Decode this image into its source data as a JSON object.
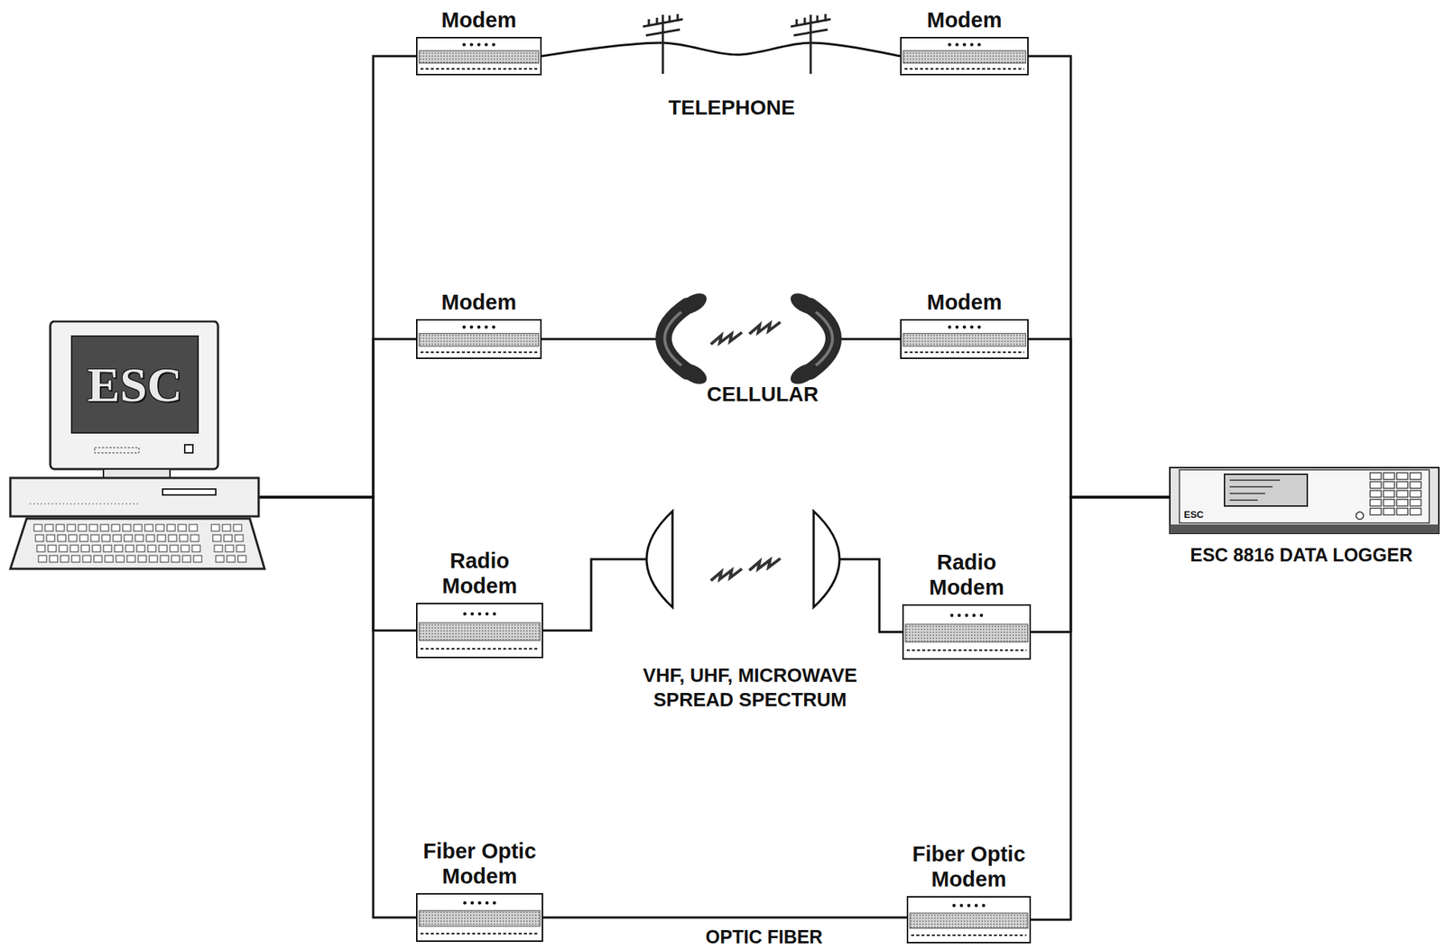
{
  "diagram": {
    "nodes": [
      {
        "text": [
          "ESC"
        ]
      },
      {
        "text": [
          "Modem"
        ]
      },
      {
        "text": [
          "Modem"
        ]
      },
      {
        "text": [
          "Modem"
        ]
      },
      {
        "text": [
          "Modem"
        ]
      },
      {
        "text": [
          "Radio Modem"
        ]
      },
      {
        "text": [
          "Radio Modem"
        ]
      },
      {
        "text": [
          "Fiber Optic Modem"
        ]
      },
      {
        "text": [
          "Fiber Optic Modem"
        ]
      },
      {
        "text": [
          "ESC",
          "ESC 8816 DATA LOGGER"
        ]
      }
    ],
    "edges": [
      {
        "from": 0,
        "to": 1,
        "arrow": "none"
      },
      {
        "from": 0,
        "to": 3,
        "arrow": "none"
      },
      {
        "from": 0,
        "to": 5,
        "arrow": "none"
      },
      {
        "from": 0,
        "to": 7,
        "arrow": "none"
      },
      {
        "from": 1,
        "to": 2,
        "label": "TELEPHONE",
        "arrow": "none"
      },
      {
        "from": 3,
        "to": 4,
        "label": "CELLULAR",
        "arrow": "none"
      },
      {
        "from": 5,
        "to": 6,
        "label": "VHF, UHF, MICROWAVE SPREAD SPECTRUM",
        "arrow": "none"
      },
      {
        "from": 7,
        "to": 8,
        "label": "OPTIC FIBER",
        "arrow": "none"
      },
      {
        "from": 2,
        "to": 9,
        "arrow": "none"
      },
      {
        "from": 4,
        "to": 9,
        "arrow": "none"
      },
      {
        "from": 6,
        "to": 9,
        "arrow": "none"
      },
      {
        "from": 8,
        "to": 9,
        "arrow": "none"
      }
    ]
  }
}
